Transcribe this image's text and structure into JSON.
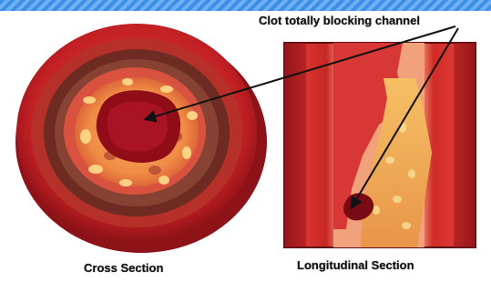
{
  "labels": {
    "clot": "Clot totally blocking channel",
    "cross_section": "Cross Section",
    "longitudinal_section": "Longitudinal Section"
  },
  "colors": {
    "band": "#4a97ea",
    "vessel_red": "#c42224",
    "wall_brown": "#6b2a20",
    "clot_red": "#8c0d18",
    "plaque_yellow": "#f2b04e",
    "arrow": "#111111"
  }
}
